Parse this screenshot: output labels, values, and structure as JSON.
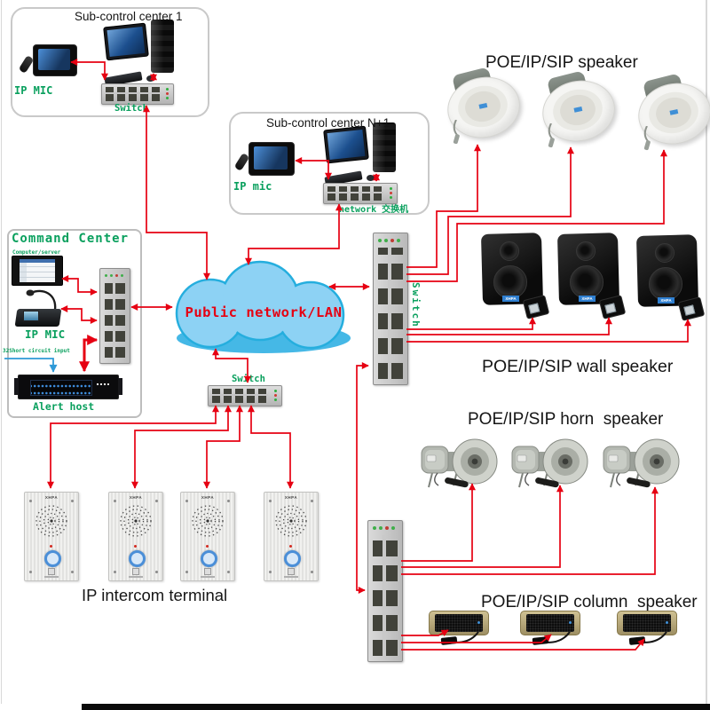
{
  "diagram": {
    "sub_control_1": {
      "title": "Sub-control center 1",
      "mic_label": "IP MIC",
      "switch_label": "Switch"
    },
    "sub_control_n1": {
      "title": "Sub-control center N+1",
      "mic_label": "IP mic",
      "switch_label": "network 交换机"
    },
    "command_center": {
      "title": "Command Center",
      "server_label": "Computer/server",
      "mic_label": "IP MIC",
      "short_circuit_label": "32Short circuit input",
      "alert_label": "Alert host"
    },
    "cloud_label": "Public network/LAN",
    "mid_switch_label": "Switch",
    "zone_switch_label": "Switch",
    "groups": {
      "ceiling_label": "POE/IP/SIP speaker",
      "wall_label": "POE/IP/SIP wall speaker",
      "horn_label": "POE/IP/SIP horn  speaker",
      "column_label": "POE/IP/SIP column  speaker",
      "intercom_label": "IP intercom terminal"
    },
    "brand": "XHPA",
    "colors": {
      "wire_red": "#e60012",
      "label_green": "#0aa05e",
      "cloud_fill": "#8dd2f4",
      "cloud_stroke": "#25aede",
      "cloud_text": "#e60012",
      "short_circuit_blue": "#2f9ad8"
    }
  }
}
